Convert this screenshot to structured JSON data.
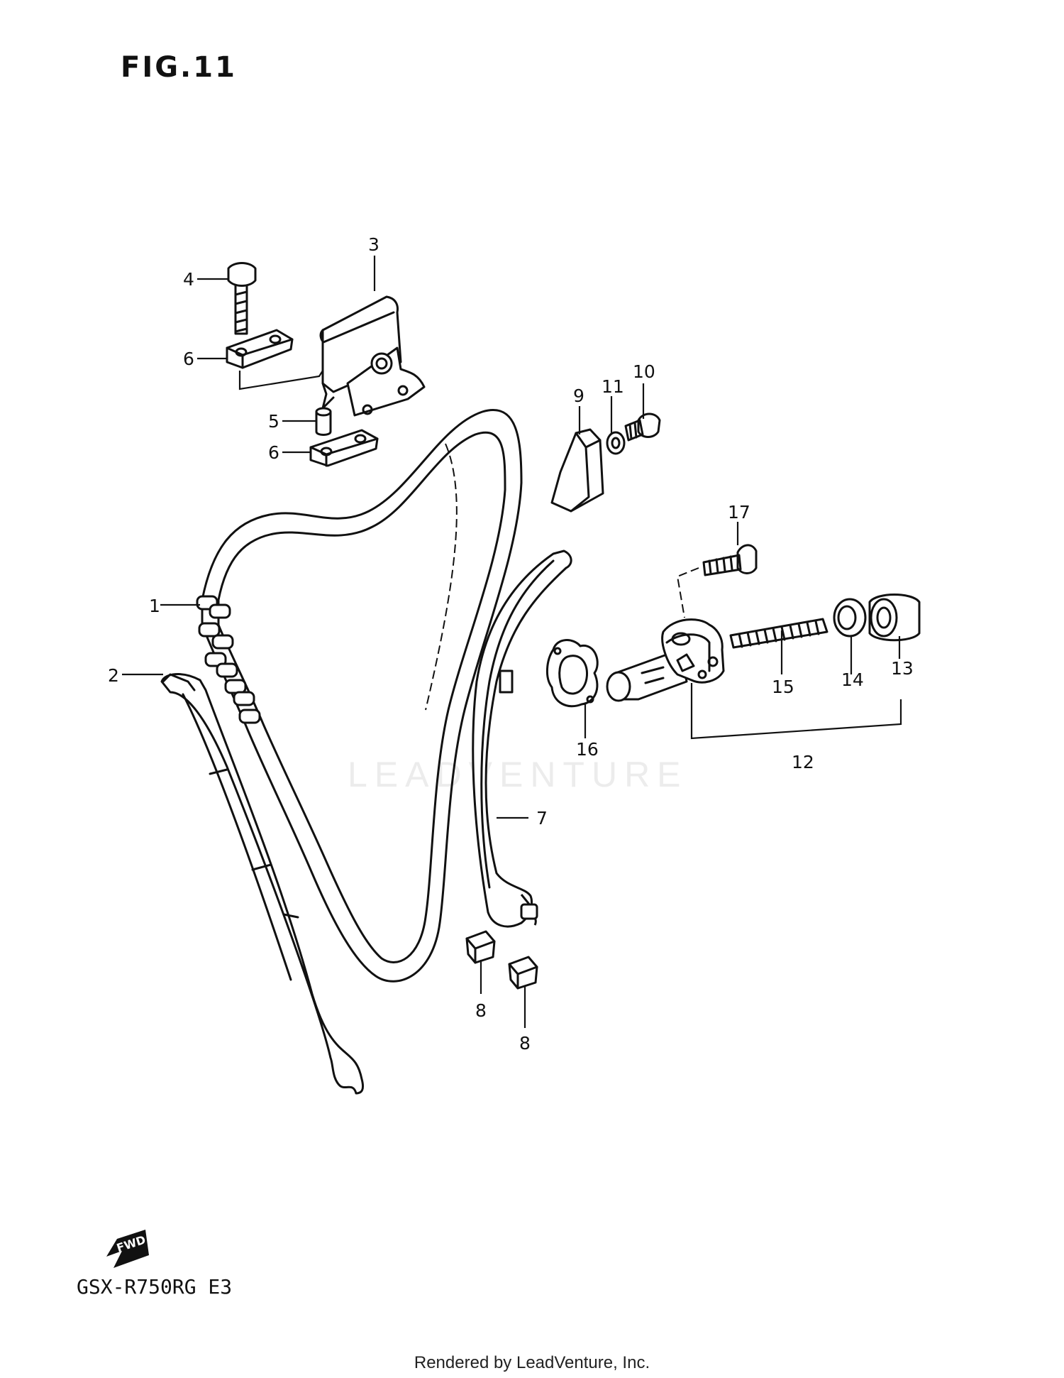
{
  "figure": {
    "title": "FIG.11",
    "model_code": "GSX-R750RG  E3",
    "footer": "Rendered by LeadVenture, Inc.",
    "watermark": "LEADVENTURE",
    "fwd_label": "FWD"
  },
  "callouts": {
    "c1": "1",
    "c2": "2",
    "c3": "3",
    "c4": "4",
    "c5": "5",
    "c6a": "6",
    "c6b": "6",
    "c7": "7",
    "c8a": "8",
    "c8b": "8",
    "c9": "9",
    "c10": "10",
    "c11": "11",
    "c12": "12",
    "c13": "13",
    "c14": "14",
    "c15": "15",
    "c16": "16",
    "c17": "17"
  },
  "colors": {
    "line": "#111111",
    "watermark": "#ececec",
    "background": "#ffffff"
  }
}
